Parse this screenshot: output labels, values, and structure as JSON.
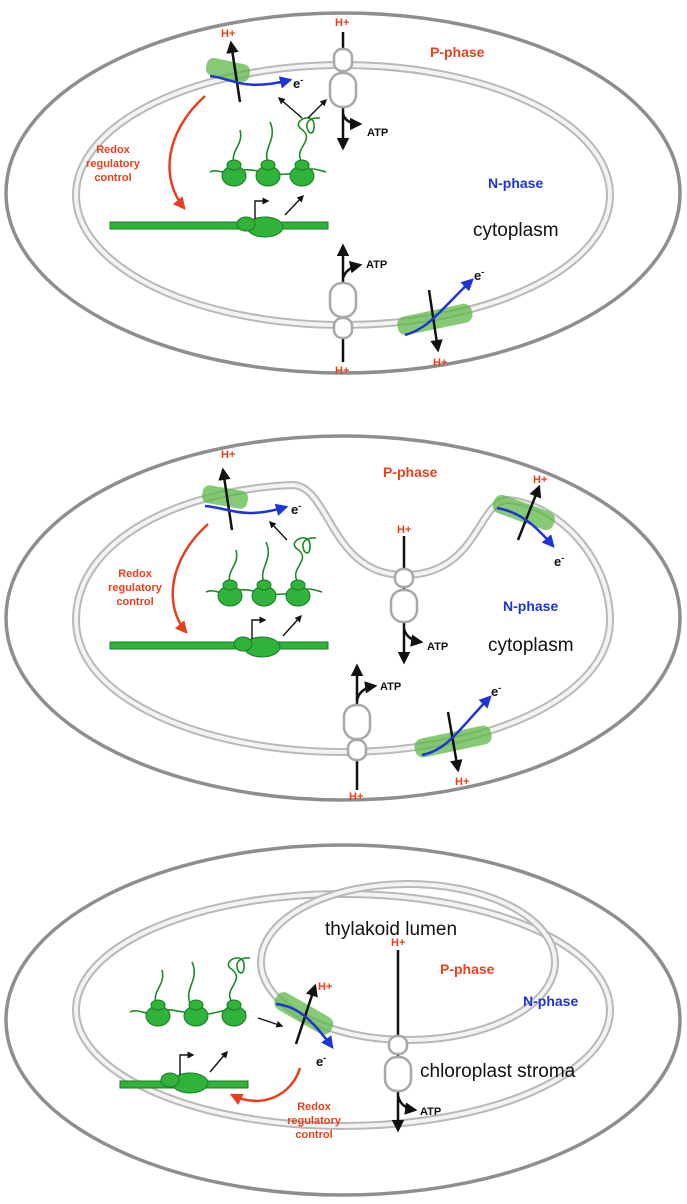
{
  "labels": {
    "p_phase": "P-phase",
    "n_phase": "N-phase",
    "cytoplasm": "cytoplasm",
    "thylakoid_lumen": "thylakoid lumen",
    "chloroplast_stroma": "chloroplast stroma",
    "proton": "H+",
    "atp": "ATP",
    "electron": "e",
    "electron_sup": "-",
    "redox_line1": "Redox",
    "redox_line2": "regulatory",
    "redox_line3": "control"
  },
  "colors": {
    "red_label": "#e8401c",
    "blue_label": "#1f33d6",
    "complex_green": "#5eb848",
    "ribosome_green": "#2fb33a",
    "membrane_gray": "#b9b9b9"
  },
  "icons": {
    "atp_synthase": "atp-synthase-icon",
    "electron_transport_complex": "electron-transport-complex-icon",
    "ribosome": "ribosome-icon",
    "dna": "dna-icon"
  }
}
